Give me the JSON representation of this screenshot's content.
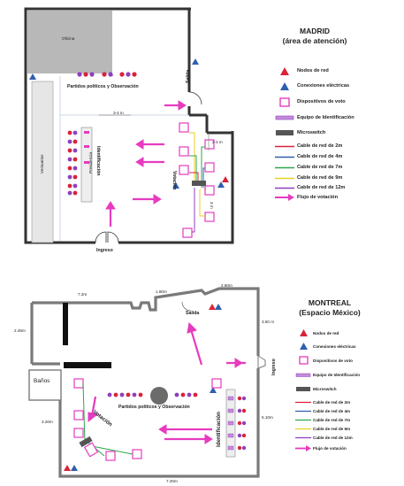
{
  "madrid": {
    "title": "MADRID",
    "subtitle": "(área de atención)",
    "rooms": {
      "office": "Oficina",
      "side_room": "Vestuarios",
      "parties": "Partidos políticos y Observación",
      "identification": "Identificación",
      "presidency": "Presidencia",
      "voting": "Votación",
      "exit": "Salida",
      "entrance": "Ingreso"
    },
    "measures": {
      "m1": "3-4 m",
      "m2": "2-4 m",
      "m3": "3 m"
    }
  },
  "montreal": {
    "title": "MONTREAL",
    "subtitle": "(Espacio México)",
    "rooms": {
      "bathrooms": "Baños",
      "parties": "Partidos políticos y Observación",
      "identification": "Identificación",
      "voting": "Votación",
      "exit": "Salida",
      "entrance": "Ingreso"
    },
    "measures": {
      "top1": "7.2m",
      "top2": "1.80m",
      "top3": "2.80m",
      "left1": "2.45m",
      "right1": "3.50 m",
      "left2": "3.20m",
      "right2": "5.10m",
      "bottom": "7.20m"
    }
  },
  "legend": {
    "network_nodes": "Nodos de red",
    "electrical": "Conexiones eléctricas",
    "voting_devices": "Dispositivos de voto",
    "id_equipment": "Equipo de Identificación",
    "microswitch": "Microswitch",
    "cable_2m": "Cable de red de 2m",
    "cable_4m": "Cable de red de 4m",
    "cable_7m": "Cable de red de 7m",
    "cable_9m": "Cable de red de 9m",
    "cable_12m": "Cable de red de 12m",
    "flow": "Flujo de votación"
  },
  "colors": {
    "red": "#d9233a",
    "blue": "#2f5fae",
    "magenta": "#e63bbf",
    "green": "#2fa64a",
    "yellow": "#e8d21f",
    "purple": "#8e3fbf",
    "wall": "#333333",
    "office": "#b8b8b8"
  },
  "icons": [
    "red-triangle-icon",
    "blue-triangle-icon",
    "voting-device-icon",
    "id-scanner-icon",
    "microswitch-icon",
    "flow-arrow-icon",
    "person-icon"
  ]
}
